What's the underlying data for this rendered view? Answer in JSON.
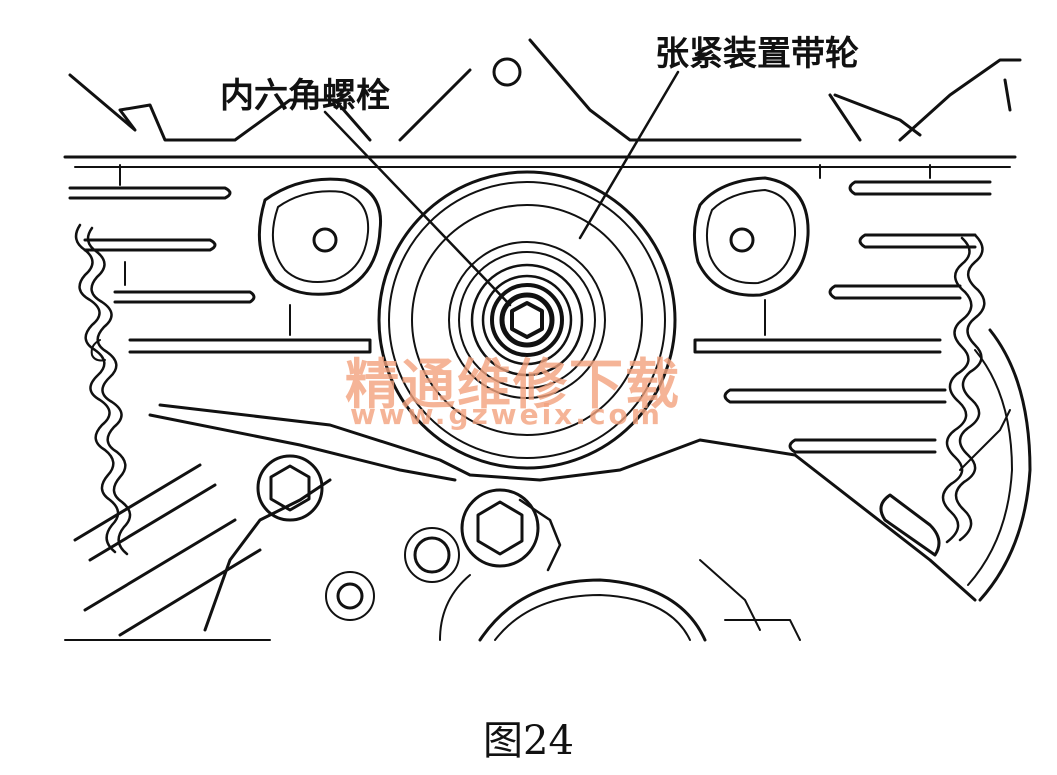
{
  "callouts": {
    "hex_bolt": "内六角螺栓",
    "tensioner_pulley": "张紧装置带轮"
  },
  "watermark": {
    "text_cn": "精通维修下载",
    "url": "www.gzweix.com"
  },
  "figure": {
    "caption": "图24"
  },
  "colors": {
    "line": "#111111",
    "watermark": "#f3a27e"
  }
}
